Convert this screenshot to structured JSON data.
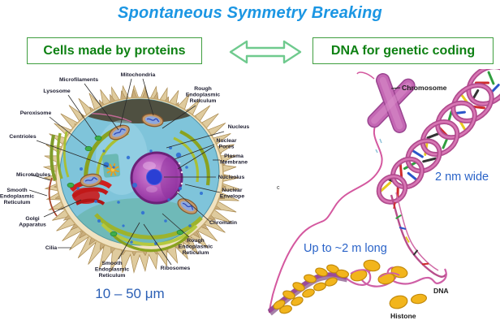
{
  "title": "Spontaneous Symmetry Breaking",
  "colors": {
    "title_blue": "#1b96e3",
    "header_green_text": "#0e8113",
    "header_green_border": "#3f9e3f",
    "arrow_green": "#6fca8e",
    "measure_blue": "#2a63c8"
  },
  "left_panel": {
    "header": "Cells made by proteins",
    "size_caption": "10 – 50 μm",
    "organelle_labels": [
      "Microfilaments",
      "Mitochondria",
      "Lysosome",
      "Peroxisome",
      "Centrioles",
      "Microtubules",
      "Smooth\nEndoplasmic\nReticulum",
      "Golgi\nApparatus",
      "Cilia",
      "Smooth\nEndoplasmic\nReticulum",
      "Ribosomes",
      "Rough\nEndoplasmic\nReticulum",
      "Chromatin",
      "Nuclear\nEnvelope",
      "Nucleolus",
      "Plasma\nMembrane",
      "Nuclear\nPores",
      "Nucleus",
      "Rough\nEndoplasmic\nReticulum"
    ]
  },
  "right_panel": {
    "header": "DNA for genetic coding",
    "width_caption": "2 nm wide",
    "length_caption": "Up to ~2 m long",
    "labels": {
      "chromosome": "Chromosome",
      "dna": "DNA",
      "histone": "Histone"
    },
    "stray_mark": "c"
  }
}
